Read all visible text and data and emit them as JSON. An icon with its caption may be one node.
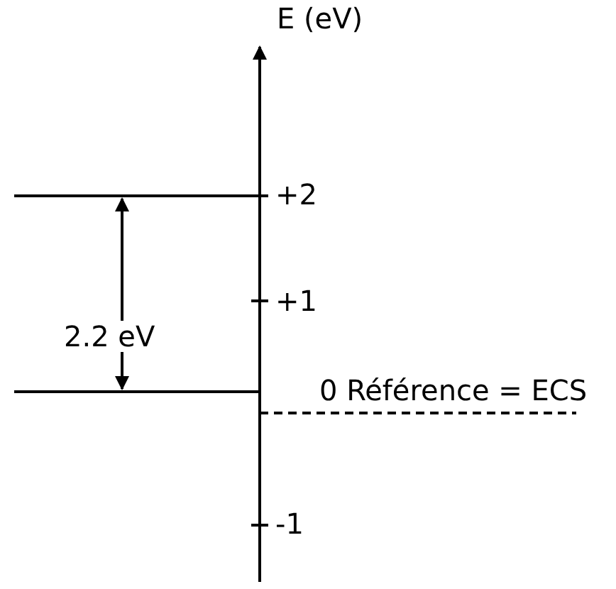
{
  "diagram": {
    "labels": [
      "E (eV)",
      "+2",
      "2.2 eV",
      "+1",
      "0 Référence = ECS",
      "-1"
    ]
  }
}
